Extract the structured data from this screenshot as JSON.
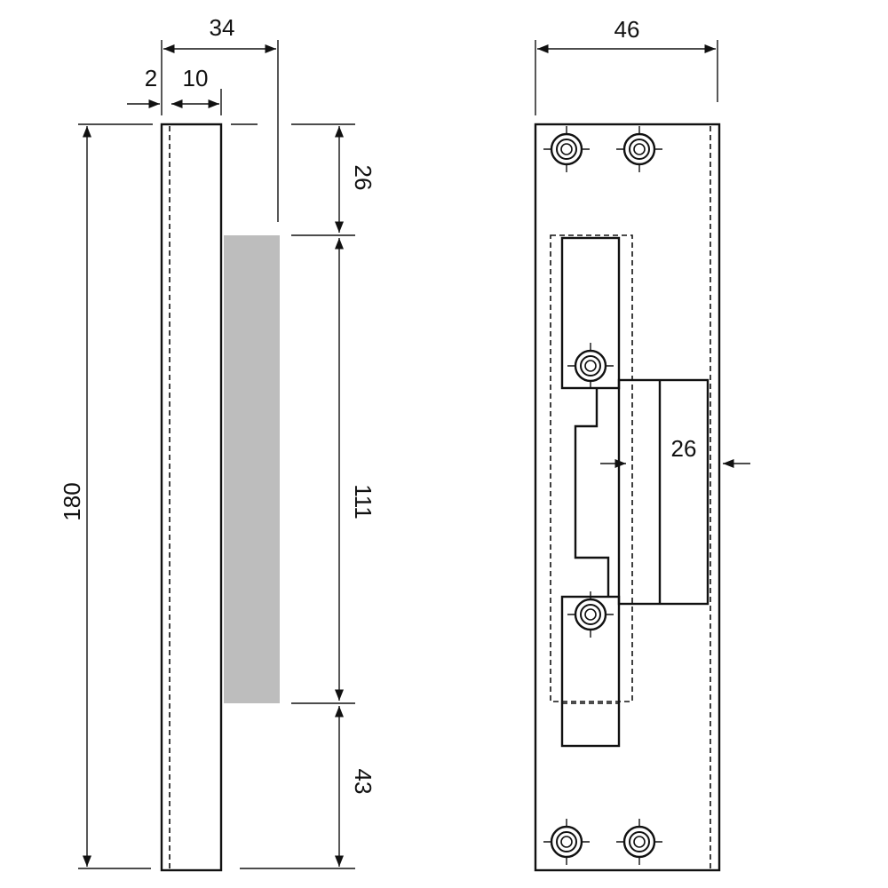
{
  "title": "Strike plate dimensional drawing",
  "side_view": {
    "dims": {
      "overall_width": "34",
      "offset": "2",
      "plate_thickness": "10",
      "height": "180",
      "top": "26",
      "strike_length": "111",
      "bottom": "43"
    },
    "strike_fill_color": "#bdbdbd"
  },
  "front_view": {
    "dims": {
      "width": "46",
      "latch_depth": "26"
    }
  }
}
